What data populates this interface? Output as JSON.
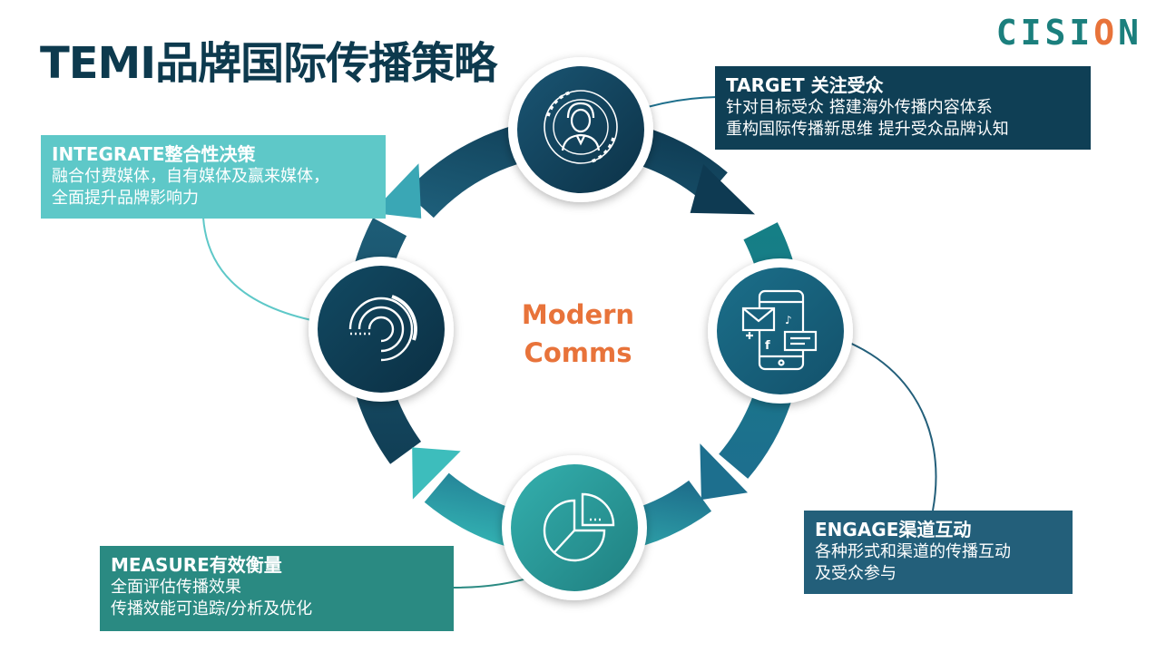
{
  "title": "TEMI品牌国际传播策略",
  "logo": {
    "text_pre": "CISI",
    "text_o": "O",
    "text_post": "N"
  },
  "center": {
    "line1": "Modern",
    "line2": "Comms"
  },
  "target": {
    "heading": "TARGET 关注受众",
    "lines": [
      "针对目标受众 搭建海外传播内容体系",
      "重构国际传播新思维 提升受众品牌认知"
    ]
  },
  "integrate": {
    "heading": "INTEGRATE整合性决策",
    "lines": [
      "融合付费媒体，自有媒体及赢来媒体，",
      "全面提升品牌影响力"
    ]
  },
  "engage": {
    "heading": "ENGAGE渠道互动",
    "lines": [
      "各种形式和渠道的传播互动",
      "及受众参与"
    ]
  },
  "measure": {
    "heading": "MEASURE有效衡量",
    "lines": [
      "全面评估传播效果",
      "传播效能可追踪/分析及优化"
    ]
  },
  "colors": {
    "title": "#0d3a4e",
    "accent_orange": "#e8733a",
    "brand_teal": "#1b7f7d",
    "navy": "#0f3f55",
    "light_teal": "#5ec8c8",
    "mid_blue": "#235f7a",
    "green_teal": "#2a8a82"
  },
  "icons": [
    "person-target-icon",
    "mobile-social-icon",
    "pie-chart-icon",
    "integrate-arcs-icon"
  ]
}
